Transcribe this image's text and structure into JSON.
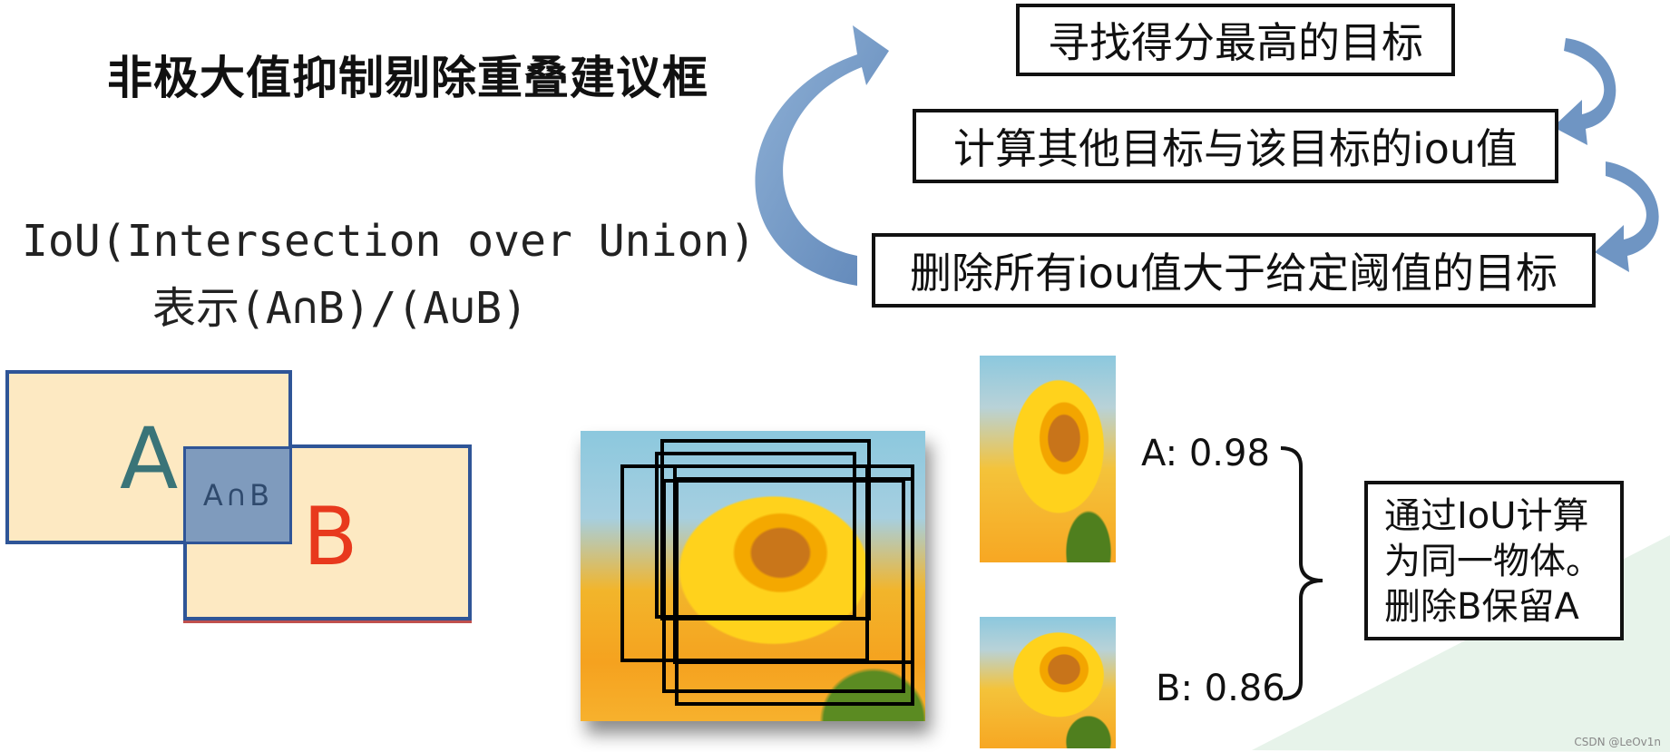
{
  "title": "非极大值抑制剔除重叠建议框",
  "iou_definition": {
    "line1": "IoU(Intersection over Union)",
    "line2": "表示(A∩B)/(A∪B)"
  },
  "steps": [
    "寻找得分最高的目标",
    "计算其他目标与该目标的iou值",
    "删除所有iou值大于给定阈值的目标"
  ],
  "venn": {
    "label_a": "A",
    "label_b": "B",
    "label_overlap": "A∩B",
    "colors": {
      "fill": "#fde9c2",
      "border": "#2f5597",
      "overlap": "#7f9bbd",
      "a_text": "#3a7478",
      "b_text": "#e8391d"
    }
  },
  "scores": {
    "a": "A: 0.98",
    "b": "B: 0.86"
  },
  "result": {
    "line1": "通过IoU计算",
    "line2": "为同一物体。",
    "line3": "删除B保留A"
  },
  "watermark": "CSDN @LeOv1n",
  "colors": {
    "arrow": "#6f95c3"
  }
}
